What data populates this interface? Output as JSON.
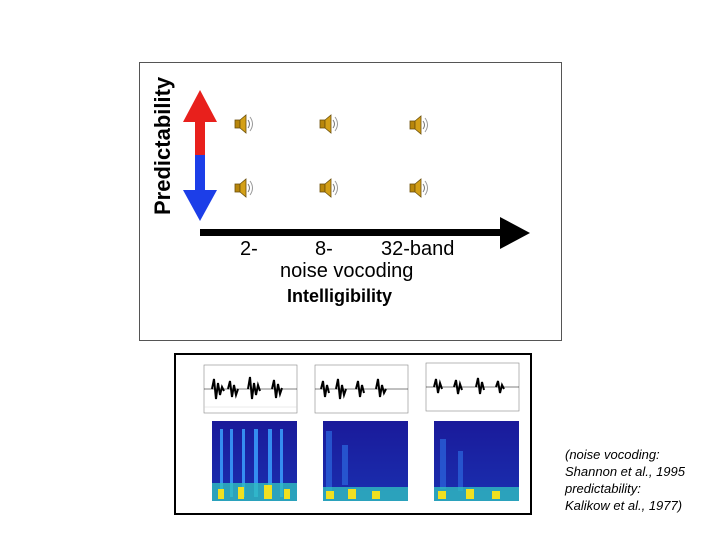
{
  "diagram": {
    "y_axis_label": "Predictability",
    "x_tick_labels": [
      "2-",
      "8-",
      "32-band"
    ],
    "x_subtitle": "noise vocoding",
    "x_title": "Intelligibility",
    "speaker_icon": "speaker-icon",
    "arrow_colors": {
      "up": "#e8201c",
      "down": "#1c3ee8",
      "x": "#000000"
    }
  },
  "citation": {
    "lines": [
      "(noise vocoding:",
      "Shannon et al., 1995",
      "predictability:",
      "Kalikow et al., 1977)"
    ]
  },
  "figure": {
    "description_icon": "waveform-spectrogram-image"
  }
}
